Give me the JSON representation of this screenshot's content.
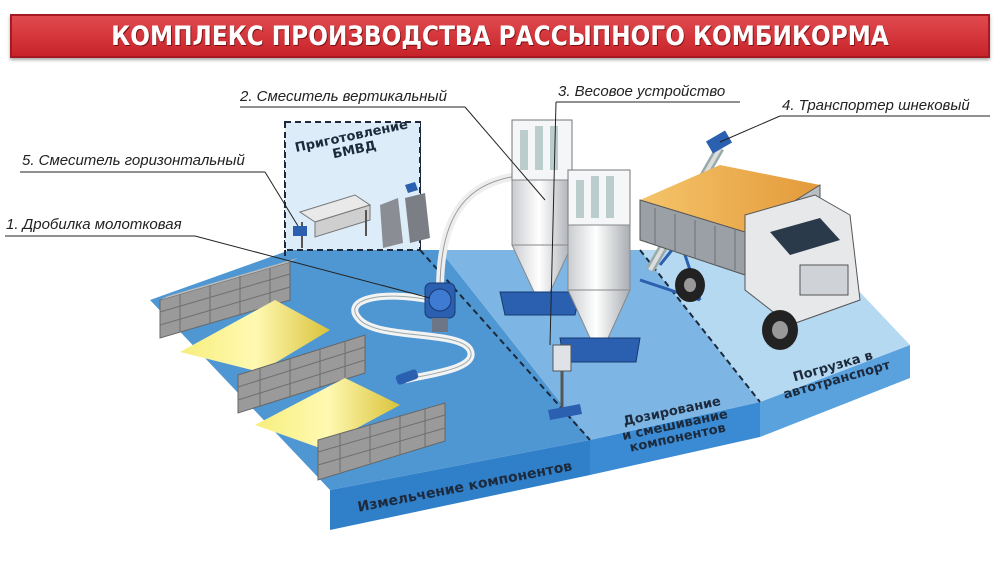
{
  "title": "КОМПЛЕКС ПРОИЗВОДСТВА РАССЫПНОГО КОМБИКОРМА",
  "callouts": {
    "c1": "1. Дробилка молотковая",
    "c2": "2. Смеситель вертикальный",
    "c3": "3. Весовое устройство",
    "c4": "4. Транспортер шнековый",
    "c5": "5. Смеситель горизонтальный"
  },
  "zones": {
    "bmvd_line1": "Приготовление",
    "bmvd_line2": "БМВД",
    "grinding": "Измельчение компонентов",
    "dosing_line1": "Дозирование",
    "dosing_line2": "и смешивание",
    "dosing_line3": "компонентов",
    "loading_line1": "Погрузка в",
    "loading_line2": "автотранспорт"
  },
  "colors": {
    "banner": "#d2262c",
    "floor_blue": "#4f97d3",
    "floor_light": "#a9d2f0",
    "grain": "#f1e04a",
    "truck_cargo": "#f0b04e",
    "brick": "#8d8d8d"
  },
  "icons": [
    "hammer-mill-icon",
    "vertical-mixer-icon",
    "weighing-device-icon",
    "screw-conveyor-icon",
    "horizontal-mixer-icon",
    "truck-icon",
    "grain-pile-icon",
    "brick-wall-icon",
    "feed-bag-icon"
  ]
}
